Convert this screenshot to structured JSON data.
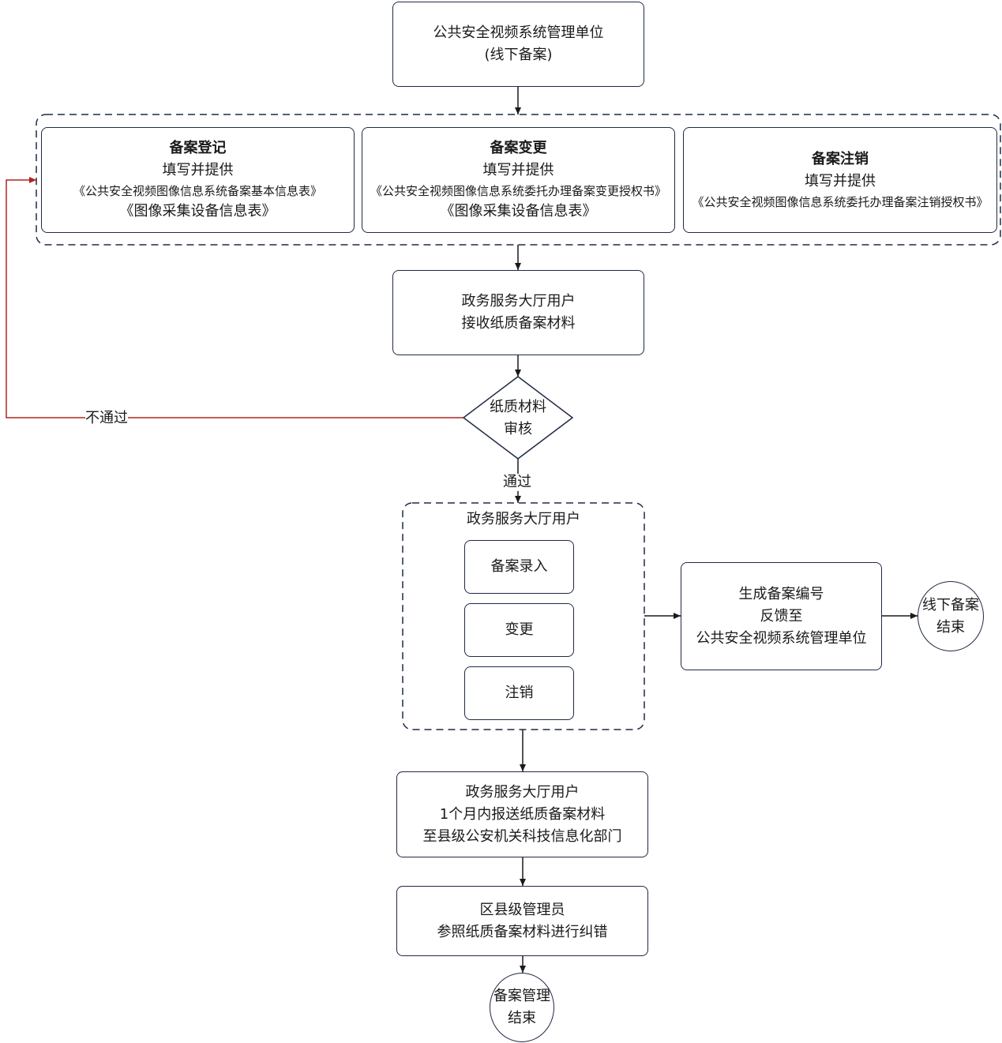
{
  "nodes": {
    "start": {
      "line1": "公共安全视频系统管理单位",
      "line2": "(线下备案)"
    },
    "register": {
      "title": "备案登记",
      "line1": "填写并提供",
      "line2": "《公共安全视频图像信息系统备案基本信息表》",
      "line3": "《图像采集设备信息表》"
    },
    "change": {
      "title": "备案变更",
      "line1": "填写并提供",
      "line2": "《公共安全视频图像信息系统委托办理备案变更授权书》",
      "line3": "《图像采集设备信息表》"
    },
    "cancel": {
      "title": "备案注销",
      "line1": "填写并提供",
      "line2": "《公共安全视频图像信息系统委托办理备案注销授权书》"
    },
    "receive": {
      "line1": "政务服务大厅用户",
      "line2": "接收纸质备案材料"
    },
    "review": {
      "line1": "纸质材料",
      "line2": "审核"
    },
    "group": {
      "title": "政务服务大厅用户",
      "entry": "备案录入",
      "change": "变更",
      "cancel": "注销"
    },
    "generate": {
      "line1": "生成备案编号",
      "line2": "反馈至",
      "line3": "公共安全视频系统管理单位"
    },
    "end_offline": {
      "line1": "线下备案",
      "line2": "结束"
    },
    "submit": {
      "line1": "政务服务大厅用户",
      "line2": "1个月内报送纸质备案材料",
      "line3": "至县级公安机关科技信息化部门"
    },
    "correct": {
      "line1": "区县级管理员",
      "line2": "参照纸质备案材料进行纠错"
    },
    "end_manage": {
      "line1": "备案管理",
      "line2": "结束"
    }
  },
  "edges": {
    "fail": "不通过",
    "pass": "通过"
  },
  "colors": {
    "stroke": "#1f2a44",
    "reject": "#b22222"
  }
}
